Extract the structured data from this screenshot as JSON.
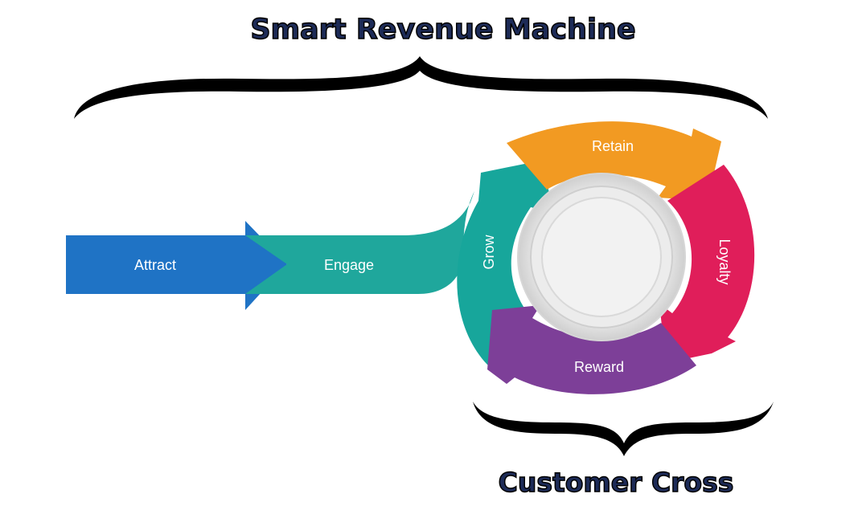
{
  "title": "Smart Revenue Machine",
  "subtitle": "Customer Cross",
  "stages": {
    "attract": "Attract",
    "engage": "Engage",
    "grow": "Grow",
    "retain": "Retain",
    "loyalty": "Loyalty",
    "reward": "Reward"
  },
  "colors": {
    "title_fill": "#1d2b57",
    "title_outline": "#000000",
    "attract": "#1f73c5",
    "engage": "#1fa79c",
    "grow": "#17a69b",
    "retain": "#f29a22",
    "loyalty": "#e01e5a",
    "reward": "#7d3f98",
    "brace": "#000000"
  }
}
